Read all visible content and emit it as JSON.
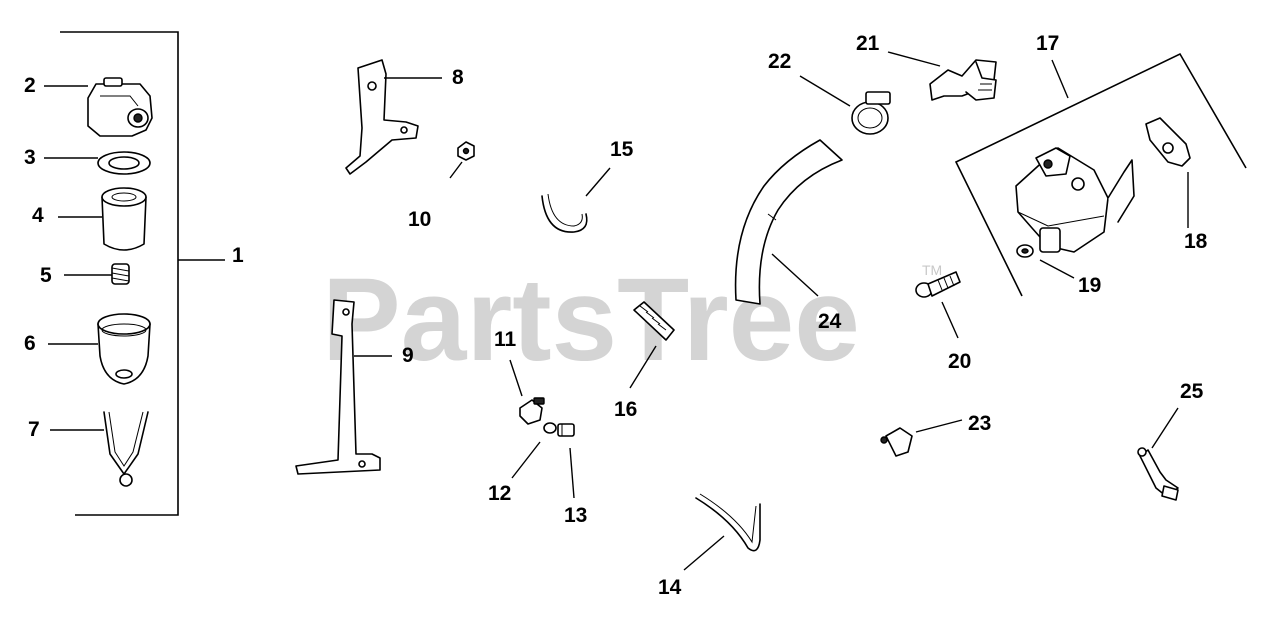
{
  "watermark": {
    "text": "PartsTree",
    "trademark": "TM"
  },
  "callouts": {
    "c1": "1",
    "c2": "2",
    "c3": "3",
    "c4": "4",
    "c5": "5",
    "c6": "6",
    "c7": "7",
    "c8": "8",
    "c9": "9",
    "c10": "10",
    "c11": "11",
    "c12": "12",
    "c13": "13",
    "c14": "14",
    "c15": "15",
    "c16": "16",
    "c17": "17",
    "c18": "18",
    "c19": "19",
    "c20": "20",
    "c21": "21",
    "c22": "22",
    "c23": "23",
    "c24": "24",
    "c25": "25"
  }
}
